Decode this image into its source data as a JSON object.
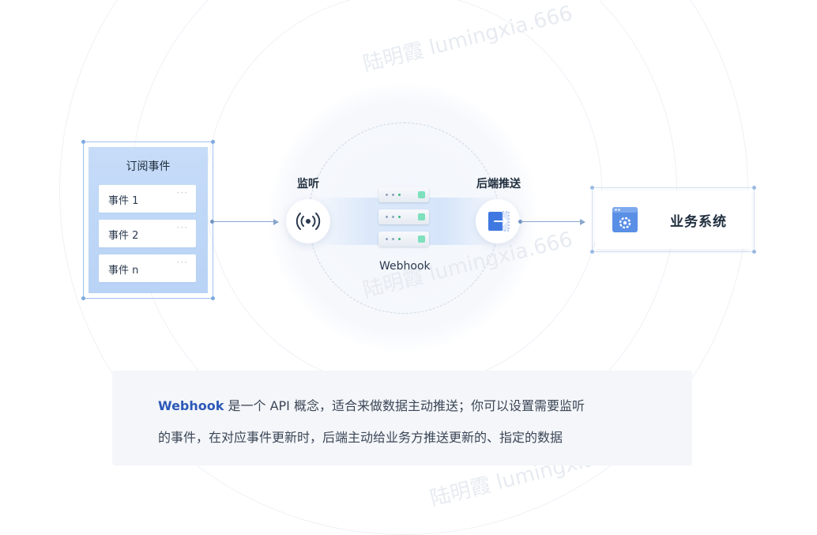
{
  "watermark": "陆明霞 lumingxia.666",
  "subscribe": {
    "title": "订阅事件",
    "events": [
      "事件 1",
      "事件 2",
      "事件 n"
    ],
    "more_glyph": "···"
  },
  "listen": {
    "label": "监听"
  },
  "webhook": {
    "label": "Webhook"
  },
  "push": {
    "label": "后端推送"
  },
  "business": {
    "label": "业务系统"
  },
  "description": {
    "line1_emphasis": "Webhook",
    "line1_rest": " 是一个 API 概念，适合来做数据主动推送；你可以设置需要监听",
    "line2": "的事件，在对应事件更新时，后端主动给业务方推送更新的、指定的数据"
  },
  "colors": {
    "accent": "#2d58b8",
    "panel": "#c6dcf8",
    "push_icon": "#3f78e0",
    "server_led": "#7ee0bd"
  },
  "icons": {
    "listen": "signal-waves-icon",
    "push": "export-arrow-icon",
    "business": "settings-window-icon",
    "server": "server-rack-icon"
  }
}
